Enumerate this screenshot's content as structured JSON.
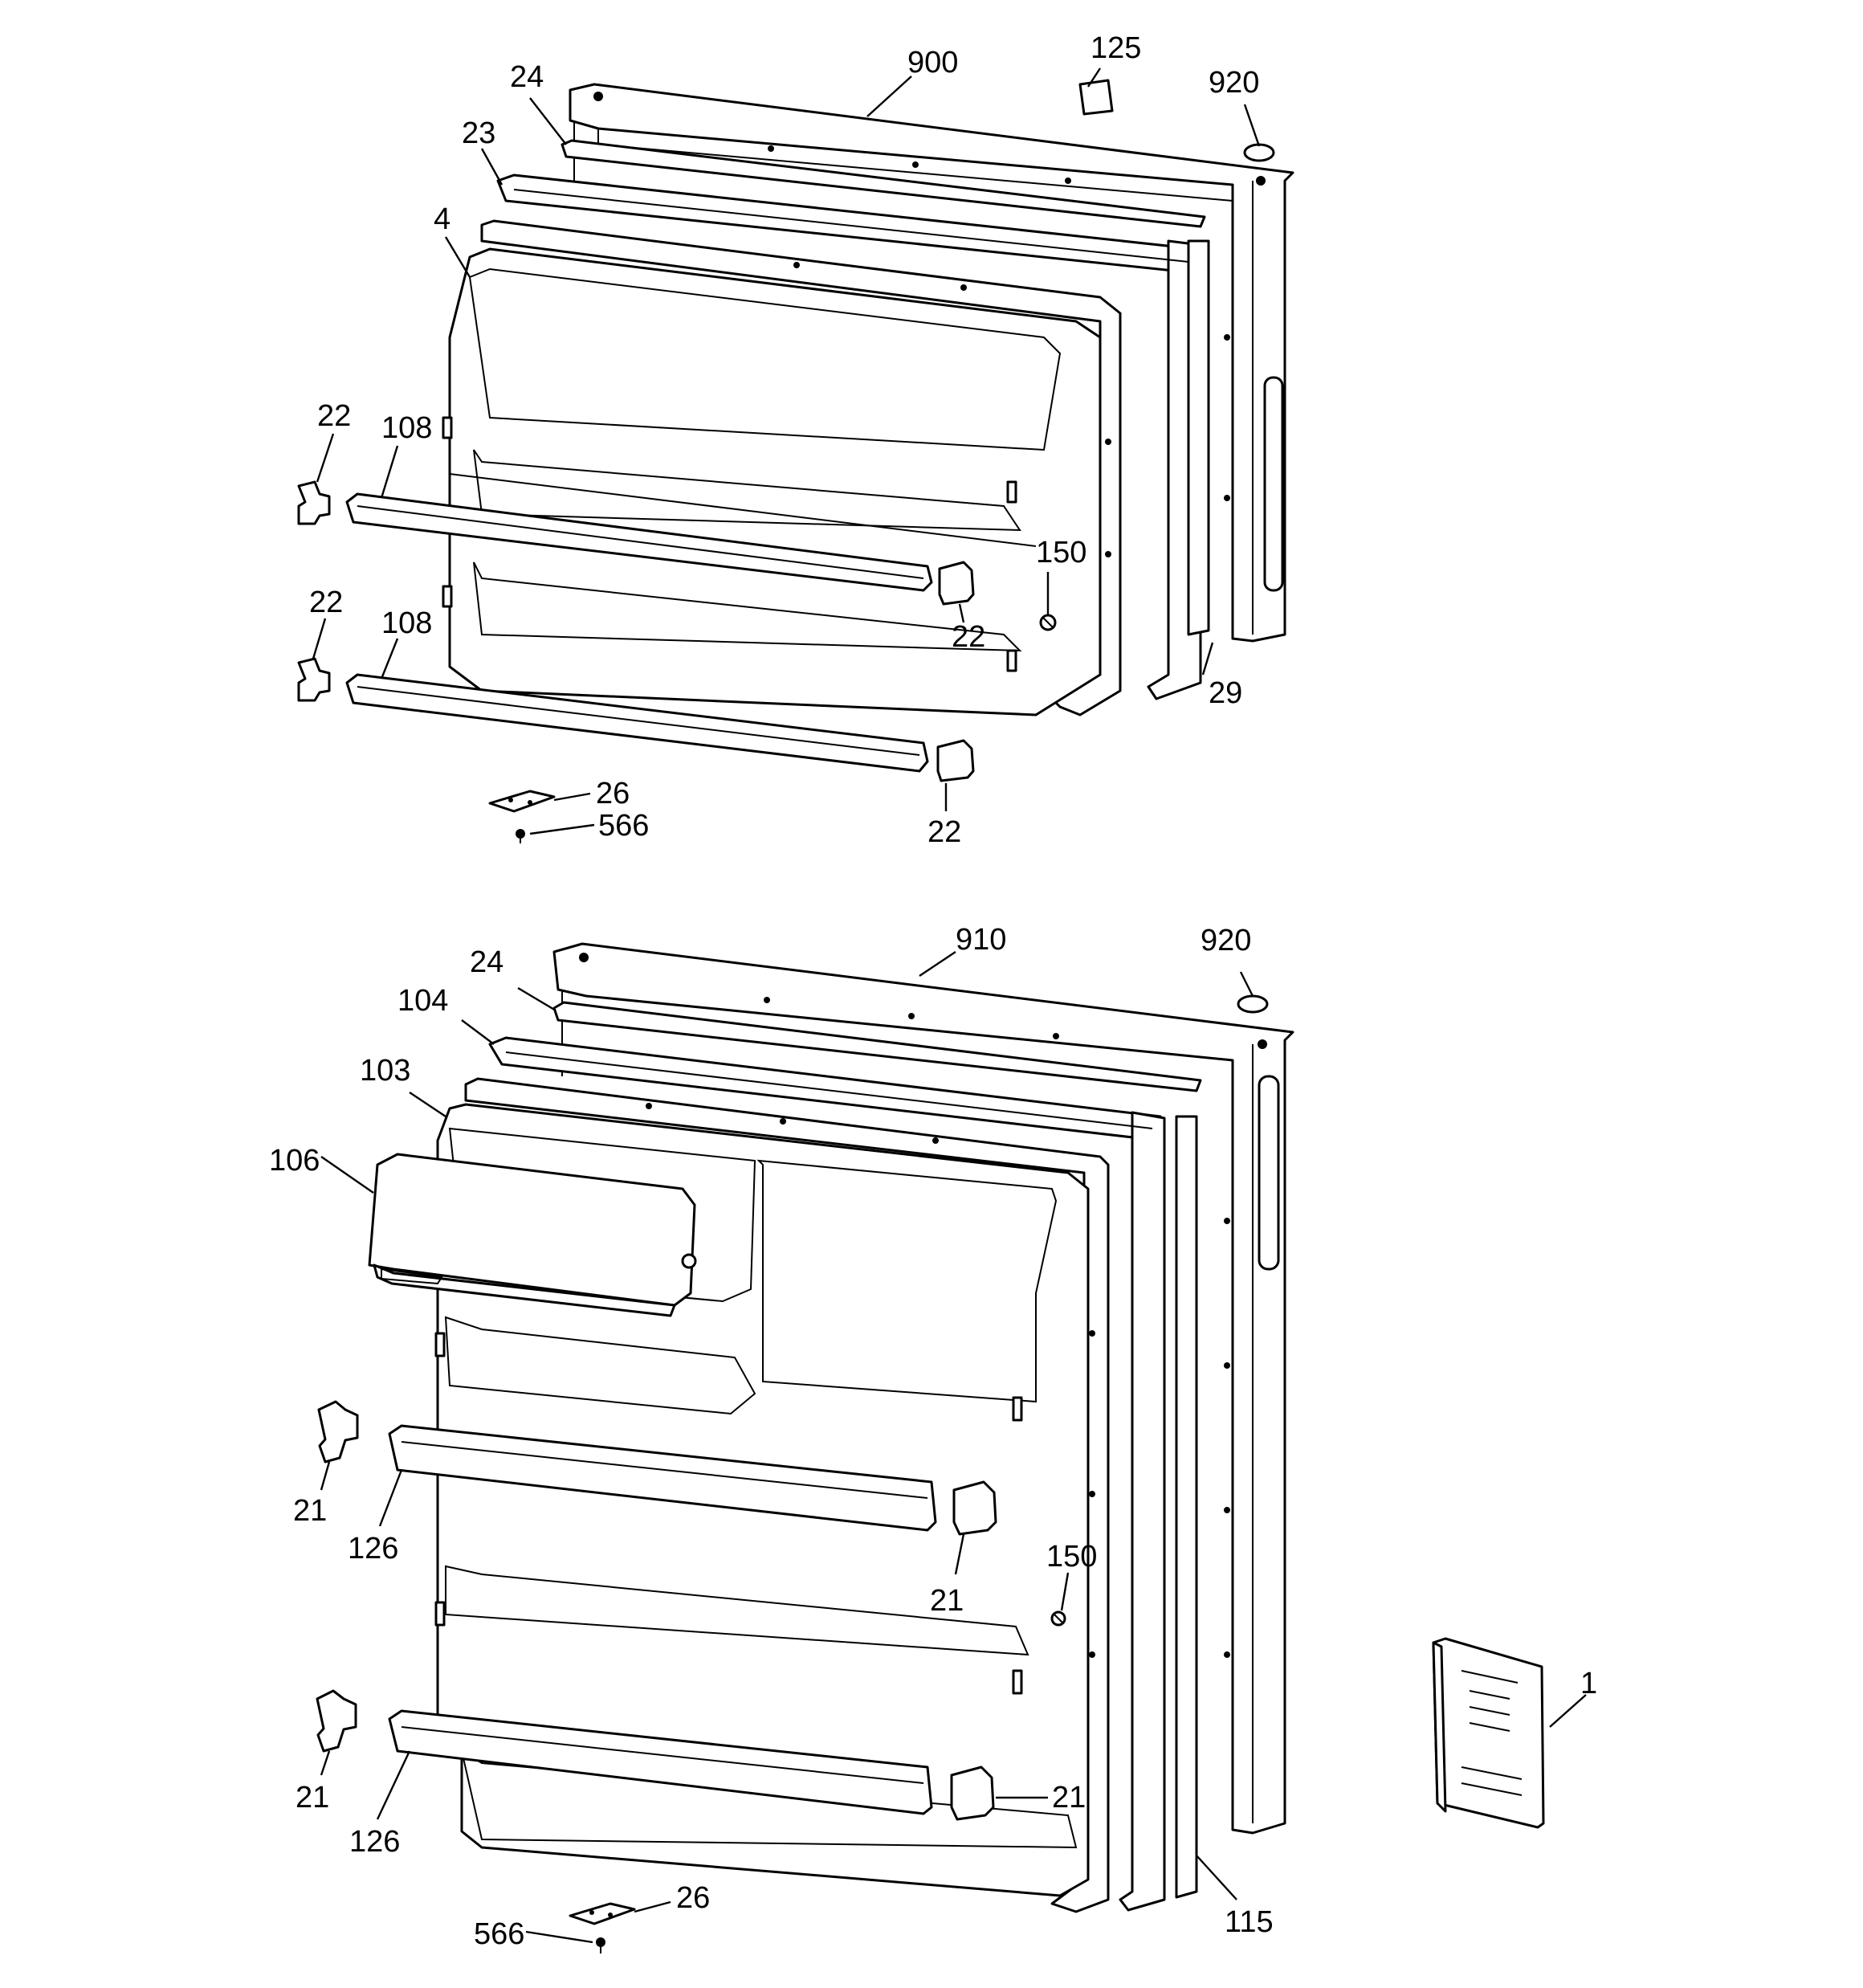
{
  "freezer_door": {
    "outer_door": "900",
    "trim_top": "24",
    "gasket": "23",
    "door_liner": "4",
    "label": "125",
    "plug": "920",
    "left_stud_upper": "22",
    "shelf_upper": "108",
    "right_stud_upper": "22",
    "left_stud_lower": "22",
    "shelf_lower": "108",
    "right_stud_lower": "22",
    "screw": "150",
    "trim_side": "29",
    "hinge_plate": "26",
    "hinge_screw": "566"
  },
  "fresh_food_door": {
    "outer_door": "910",
    "plug": "920",
    "trim_top": "24",
    "gasket": "104",
    "door_liner": "103",
    "dairy_door": "106",
    "left_stud_upper": "21",
    "shelf_upper": "126",
    "right_stud_upper": "21",
    "screw": "150",
    "left_stud_lower": "21",
    "shelf_lower": "126",
    "right_stud_lower": "21",
    "trim_side": "115",
    "hinge_plate": "26",
    "hinge_screw": "566"
  },
  "literature": {
    "manual": "1"
  }
}
